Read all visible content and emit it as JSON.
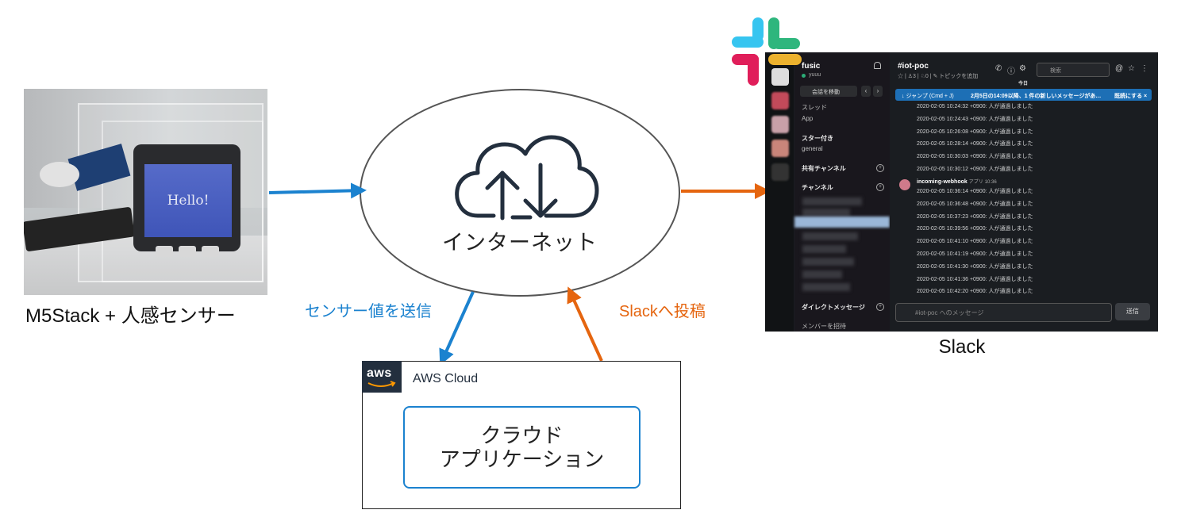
{
  "left": {
    "photo_screen_text": "Hello!",
    "caption": "M5Stack + 人感センサー"
  },
  "center": {
    "internet_label": "インターネット"
  },
  "arrows": {
    "send_label": "センサー値を送信",
    "post_label": "Slackへ投稿",
    "blue": "#1b82cf",
    "orange": "#e5650f"
  },
  "aws": {
    "logo_text": "aws",
    "title": "AWS Cloud",
    "app_line1": "クラウド",
    "app_line2": "アプリケーション"
  },
  "slack": {
    "caption": "Slack",
    "workspace": "fusic",
    "user": "yuuu",
    "jump_button": "会話を移動",
    "sidebar_items": [
      "スレッド",
      "App"
    ],
    "starred_header": "スター付き",
    "starred_channel": "general",
    "shared_header": "共有チャンネル",
    "channels_header": "チャンネル",
    "dm_header": "ダイレクトメッセージ",
    "invite": "メンバーを招待",
    "channel_name": "#iot-poc",
    "channel_meta": "☆ | ♙3 | ♘0 | ✎ トピックを追加",
    "search_placeholder": "検索",
    "today": "今日",
    "banner_jump": "↓ ジャンプ (Cmd + J)",
    "banner_text": "2月5日の14:09以降、1 件の新しいメッセージがあ…",
    "banner_read": "既読にする ×",
    "messages_before": [
      "2020-02-05 10:24:32 +0900: 人が通過しました",
      "2020-02-05 10:24:43 +0900: 人が通過しました",
      "2020-02-05 10:26:08 +0900: 人が通過しました",
      "2020-02-05 10:28:14 +0900: 人が通過しました",
      "2020-02-05 10:30:03 +0900: 人が通過しました",
      "2020-02-05 10:30:12 +0900: 人が通過しました"
    ],
    "bot_name": "incoming-webhook",
    "bot_tag": "アプリ",
    "bot_time": "10:36",
    "messages_after": [
      "2020-02-05 10:36:14 +0900: 人が通過しました",
      "2020-02-05 10:36:48 +0900: 人が通過しました",
      "2020-02-05 10:37:23 +0900: 人が通過しました",
      "2020-02-05 10:39:56 +0900: 人が通過しました",
      "2020-02-05 10:41:10 +0900: 人が通過しました",
      "2020-02-05 10:41:19 +0900: 人が通過しました",
      "2020-02-05 10:41:30 +0900: 人が通過しました",
      "2020-02-05 10:41:36 +0900: 人が通過しました",
      "2020-02-05 10:42:20 +0900: 人が通過しました"
    ],
    "composer_placeholder": "#iot-poc へのメッセージ",
    "send_button": "送信"
  }
}
